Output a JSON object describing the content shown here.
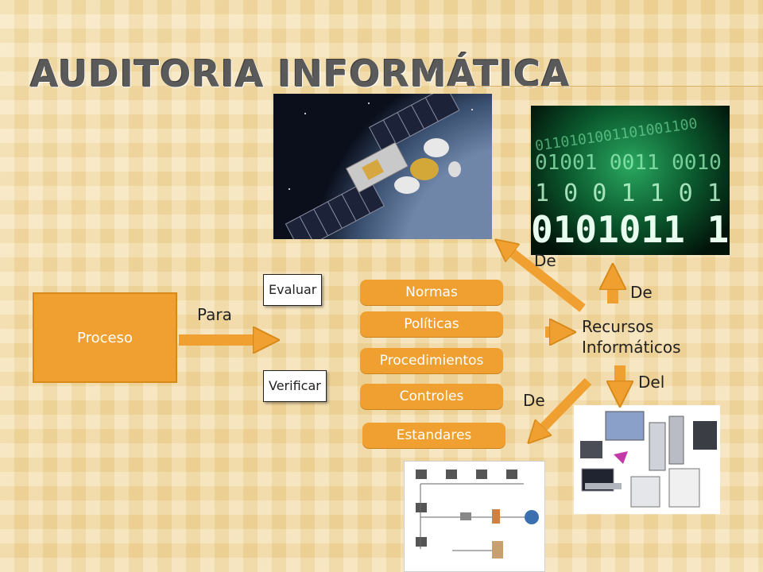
{
  "slide": {
    "title": "Auditoria Informática"
  },
  "diagram": {
    "process_label": "Proceso",
    "para_label": "Para",
    "evaluar_label": "Evaluar",
    "verificar_label": "Verificar",
    "items": [
      "Normas",
      "Políticas",
      "Procedimientos",
      "Controles",
      "Estandares"
    ],
    "recursos_label_line1": "Recursos",
    "recursos_label_line2": "Informáticos",
    "de_top_left": "De",
    "de_top_right": "De",
    "del_label": "Del",
    "de_bottom": "De"
  },
  "colors": {
    "accent": "#f0a030",
    "accent_dark": "#d88a18",
    "background": "#f4ddaa",
    "title": "#5a5a5a"
  }
}
